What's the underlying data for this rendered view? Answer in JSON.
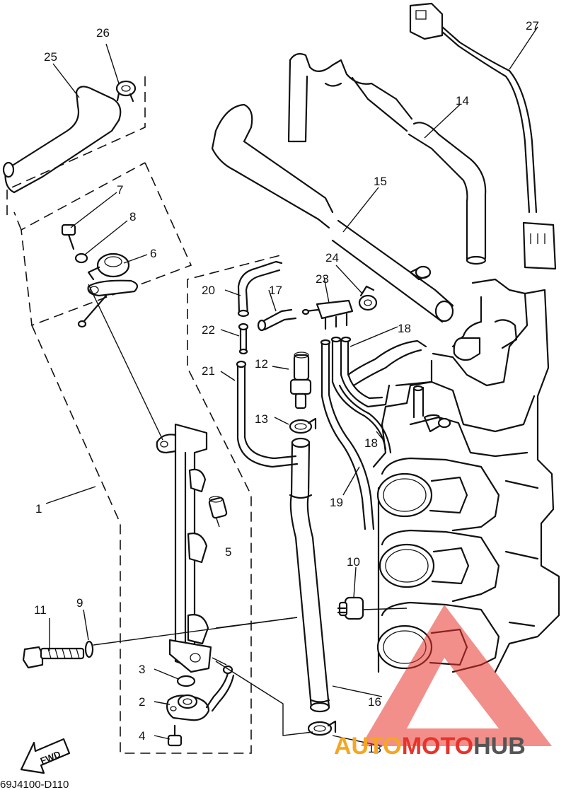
{
  "diagram": {
    "part_code": "69J4100-D110",
    "forward_label": "FWD",
    "callouts": {
      "c1": "1",
      "c2": "2",
      "c3": "3",
      "c4": "4",
      "c5": "5",
      "c6": "6",
      "c7": "7",
      "c8": "8",
      "c9": "9",
      "c10": "10",
      "c11": "11",
      "c12": "12",
      "c13a": "13",
      "c13b": "13",
      "c14": "14",
      "c15": "15",
      "c16": "16",
      "c17": "17",
      "c18a": "18",
      "c18b": "18",
      "c19": "19",
      "c20": "20",
      "c21": "21",
      "c22": "22",
      "c23": "23",
      "c24": "24",
      "c25": "25",
      "c26": "26",
      "c27": "27"
    }
  },
  "watermark": {
    "text_part1": "AUTO",
    "text_part2": "MOTO",
    "text_part3": "HUB",
    "color_orange": "#f5a623",
    "color_red": "#e8332a",
    "color_gray": "#555555"
  }
}
